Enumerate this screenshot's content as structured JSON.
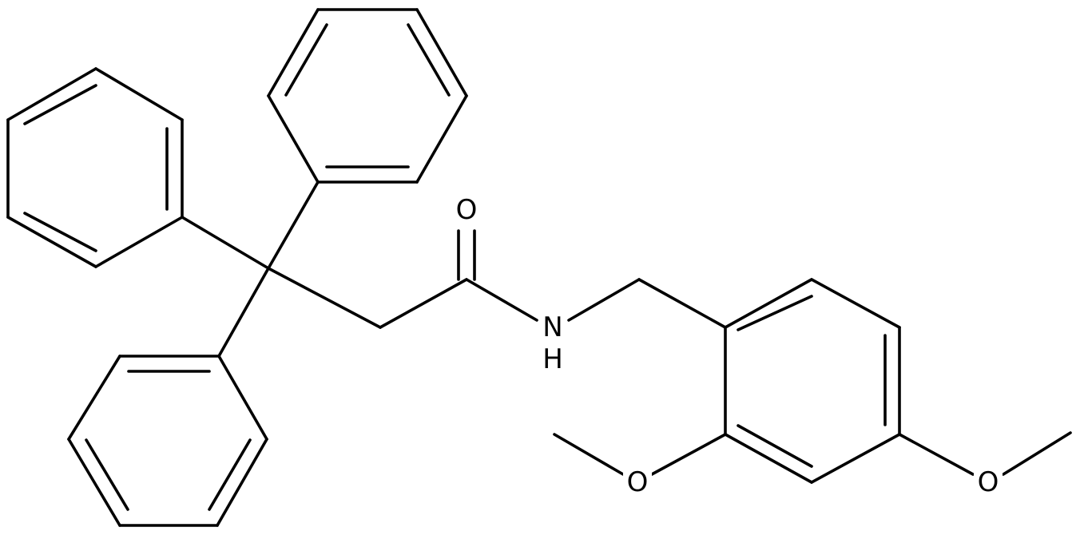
{
  "molecule": {
    "atoms": {
      "o_carbonyl": "O",
      "n_amide": "N",
      "h_amide": "H",
      "o_methoxy_2": "O",
      "o_methoxy_4": "O"
    }
  }
}
